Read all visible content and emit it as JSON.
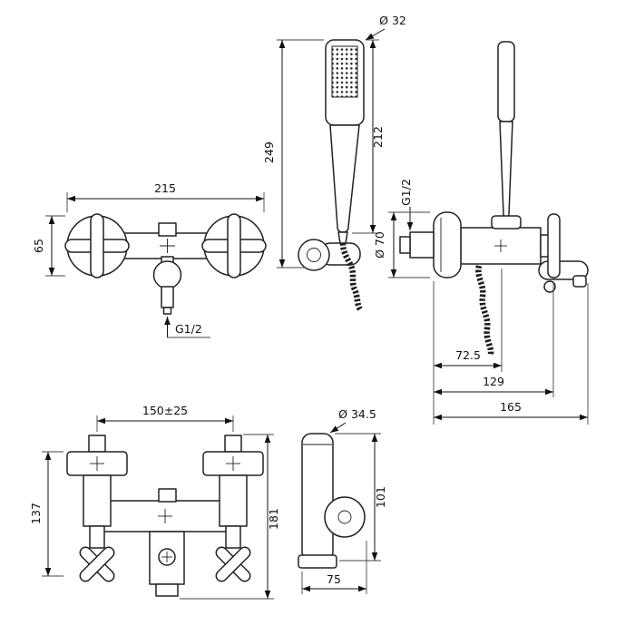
{
  "views": {
    "wall_mixer_front": {
      "dims": {
        "width": "215",
        "height": "65",
        "outlet": "G1/2"
      }
    },
    "hand_shower": {
      "dims": {
        "head_diameter": "Ø 32",
        "length_body": "212",
        "length_total": "249"
      }
    },
    "wall_mixer_side": {
      "dims": {
        "inlet": "G1/2",
        "rosette_diameter": "Ø 70",
        "depth_holder": "72.5",
        "depth_spout": "129",
        "depth_total": "165"
      }
    },
    "bath_mixer_front": {
      "dims": {
        "centers": "150±25",
        "height_left": "137",
        "height_right": "181"
      }
    },
    "bath_mixer_side": {
      "dims": {
        "diameter": "Ø 34.5",
        "height": "101",
        "depth": "75"
      }
    }
  }
}
